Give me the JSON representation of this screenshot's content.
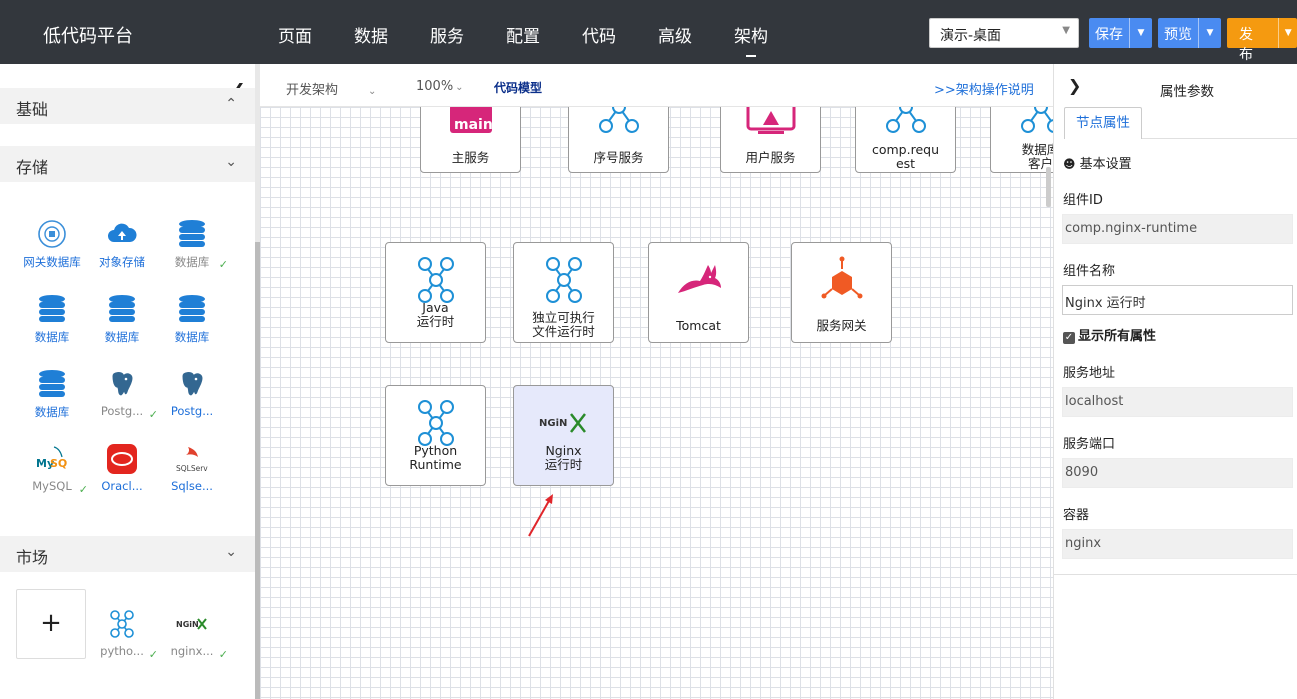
{
  "app_title": "低代码平台",
  "nav": [
    "页面",
    "数据",
    "服务",
    "配置",
    "代码",
    "高级",
    "架构"
  ],
  "nav_active": "架构",
  "env_select": "演示-桌面",
  "buttons": {
    "save": "保存",
    "preview": "预览",
    "publish": "发布"
  },
  "colors": {
    "topbar": "#33373d",
    "save": "#4a8bf1",
    "preview": "#4a8bf1",
    "publish": "#f59a10",
    "link": "#1e6fd9"
  },
  "left": {
    "sections": {
      "basic": "基础",
      "storage": "存储",
      "market": "市场"
    },
    "storage_items": [
      {
        "name": "网关数据库",
        "icon": "gateway-db-icon",
        "checked": false
      },
      {
        "name": "对象存储",
        "icon": "cloud-upload-icon",
        "checked": false
      },
      {
        "name": "数据库",
        "icon": "database-icon",
        "checked": true
      },
      {
        "name": "数据库",
        "icon": "database-icon",
        "checked": false
      },
      {
        "name": "数据库",
        "icon": "database-icon",
        "checked": false
      },
      {
        "name": "数据库",
        "icon": "database-icon",
        "checked": false
      },
      {
        "name": "数据库",
        "icon": "database-icon",
        "checked": false
      },
      {
        "name": "Postg...",
        "icon": "postgresql-icon",
        "checked": true
      },
      {
        "name": "Postg...",
        "icon": "postgresql-icon",
        "checked": false
      },
      {
        "name": "MySQL",
        "icon": "mysql-icon",
        "checked": true
      },
      {
        "name": "Oracl...",
        "icon": "oracle-icon",
        "checked": false
      },
      {
        "name": "Sqlse...",
        "icon": "sqlserver-icon",
        "checked": false
      }
    ],
    "market_items": [
      {
        "name": "pytho...",
        "icon": "network-node-icon",
        "checked": true
      },
      {
        "name": "nginx...",
        "icon": "nginx-icon",
        "checked": true
      }
    ],
    "add_label": "+"
  },
  "toolbar": {
    "arch": "开发架构",
    "zoom": "100%",
    "code_model": "代码模型",
    "help": ">>架构操作说明"
  },
  "nodes_top": [
    {
      "label": "主服务",
      "icon": "main-icon"
    },
    {
      "label": "序号服务",
      "icon": "network-node-icon"
    },
    {
      "label": "用户服务",
      "icon": "user-monitor-icon"
    },
    {
      "label": "comp.requ\nest",
      "icon": "network-node-icon"
    },
    {
      "label": "数据库\n客户",
      "icon": "network-node-icon"
    }
  ],
  "nodes_mid": [
    {
      "label": "Java\n运行时",
      "icon": "network-node-icon"
    },
    {
      "label": "独立可执行\n文件运行时",
      "icon": "network-node-icon"
    },
    {
      "label": "Tomcat",
      "icon": "tomcat-icon"
    },
    {
      "label": "服务网关",
      "icon": "gateway-icon"
    }
  ],
  "nodes_bottom": [
    {
      "label": "Python\nRuntime",
      "icon": "network-node-icon"
    },
    {
      "label": "Nginx\n运行时",
      "icon": "nginx-icon",
      "selected": true
    }
  ],
  "right": {
    "title": "属性参数",
    "tab": "节点属性",
    "basic_settings": "基本设置",
    "show_all": "显示所有属性",
    "show_all_checked": true,
    "fields": [
      {
        "label": "组件ID",
        "value": "comp.nginx-runtime",
        "editable": false
      },
      {
        "label": "组件名称",
        "value": "Nginx 运行时",
        "editable": true
      },
      {
        "label": "服务地址",
        "value": "localhost",
        "editable": false
      },
      {
        "label": "服务端口",
        "value": "8090",
        "editable": false
      },
      {
        "label": "容器",
        "value": "nginx",
        "editable": false
      }
    ]
  }
}
